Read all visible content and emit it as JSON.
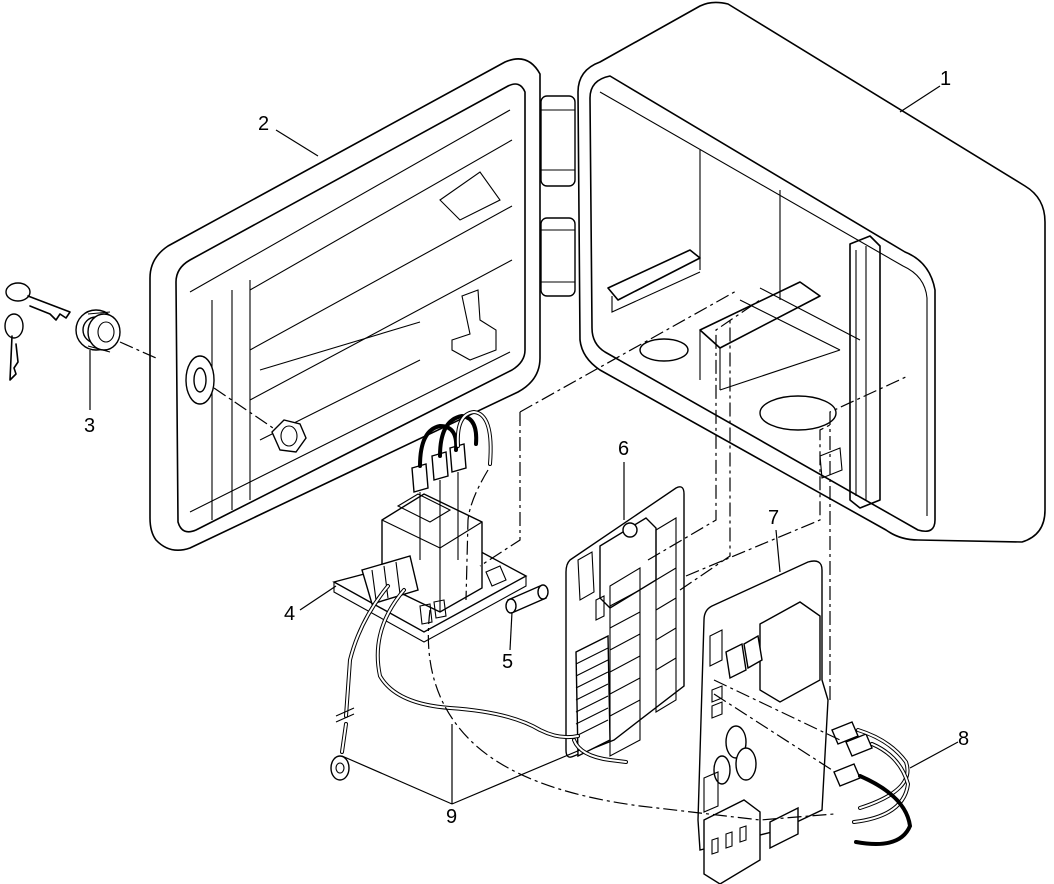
{
  "figure": {
    "callouts": {
      "c1": "1",
      "c2": "2",
      "c3": "3",
      "c4": "4",
      "c5": "5",
      "c6": "6",
      "c7": "7",
      "c8": "8",
      "c9": "9"
    }
  }
}
